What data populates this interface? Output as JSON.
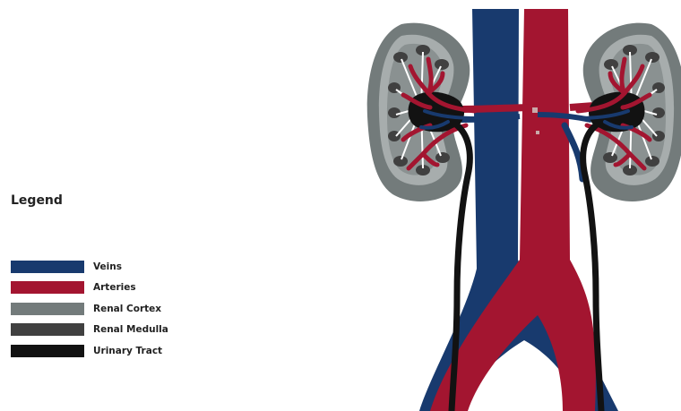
{
  "legend": {
    "title": "Legend",
    "items": [
      {
        "label": "Veins",
        "color": "#183a6e",
        "icon": "vein-swatch"
      },
      {
        "label": "Arteries",
        "color": "#a31530",
        "icon": "artery-swatch"
      },
      {
        "label": "Renal Cortex",
        "color": "#737b7b",
        "icon": "cortex-swatch"
      },
      {
        "label": "Renal Medulla",
        "color": "#404040",
        "icon": "medulla-swatch"
      },
      {
        "label": "Urinary Tract",
        "color": "#121212",
        "icon": "urinary-swatch"
      }
    ]
  }
}
